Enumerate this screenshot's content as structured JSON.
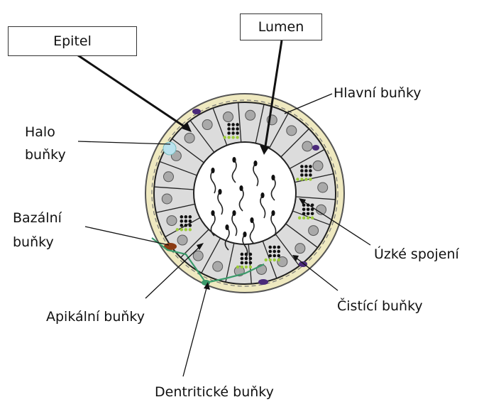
{
  "labels": {
    "epitel": "Epitel",
    "lumen": "Lumen",
    "hlavni": "Hlavní buňky",
    "halo_line1": "Halo",
    "halo_line2": "buňky",
    "bazalni_line1": "Bazální",
    "bazalni_line2": "buňky",
    "uzke": "Úzké spojení",
    "cistici": "Čistící buňky",
    "apikalni": "Apikální buňky",
    "dendriticke": "Dentritické buňky"
  },
  "colors": {
    "outer_ring": "#efe9c0",
    "cell_fill": "#dcdcdc",
    "cell_stroke": "#222222",
    "nucleus": "#a9a9a9",
    "lumen_fill": "#ffffff",
    "granule_green": "#9ccc3a",
    "granule_black": "#111111",
    "halo": "#b9e2ee",
    "dendritic": "#3a9a6a",
    "basal_dot": "#8b3a12",
    "purple": "#4b2a7a"
  }
}
